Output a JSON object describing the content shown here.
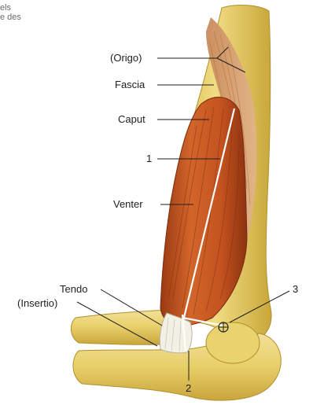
{
  "corner_text": {
    "line1": "els",
    "line2": "e des"
  },
  "labels": {
    "origo": "(Origo)",
    "fascia": "Fascia",
    "caput": "Caput",
    "one": "1",
    "venter": "Venter",
    "tendo": "Tendo",
    "insertio": "(Insertio)",
    "two": "2",
    "three": "3"
  },
  "colors": {
    "bone": "#ead36c",
    "bone_shade": "#c8a93c",
    "bone_light": "#f5e6a0",
    "muscle": "#c85a24",
    "muscle_dark": "#8f3412",
    "fascia": "#d9a67a",
    "tendon": "#f1efe6",
    "leader": "#1e1e1e",
    "white_line": "#ffffff"
  }
}
